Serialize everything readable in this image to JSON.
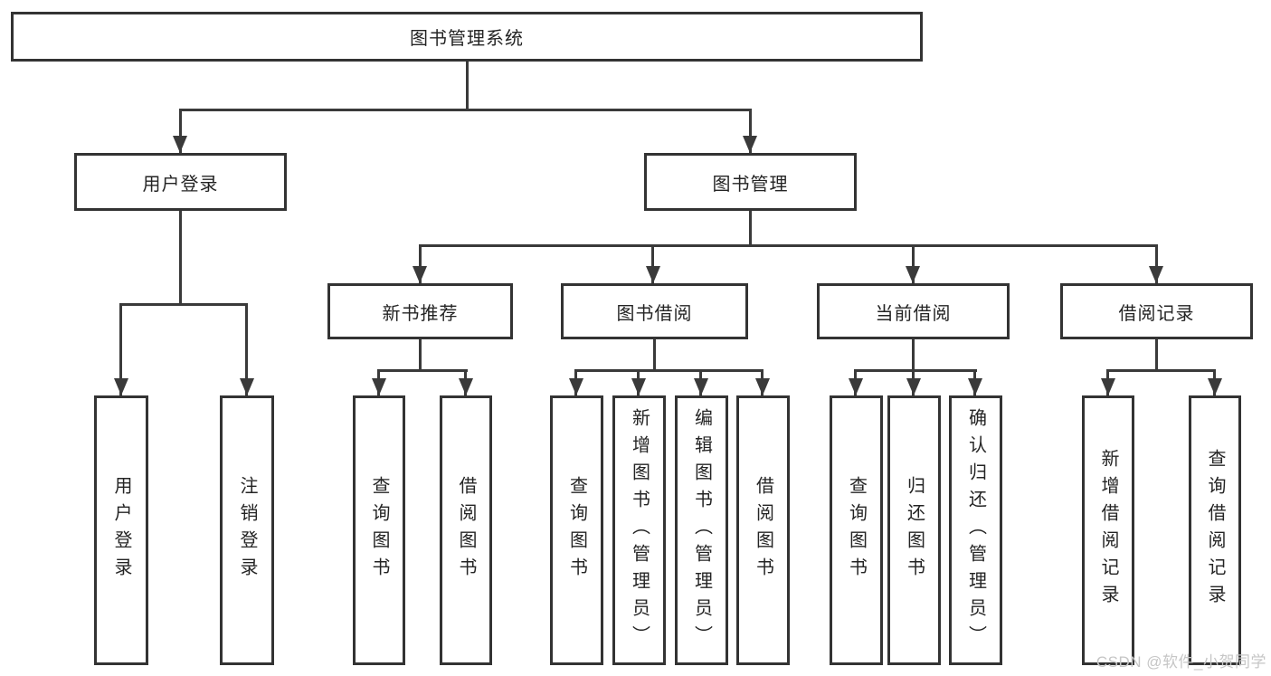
{
  "diagram": {
    "title": "图书管理系统",
    "root": {
      "label": "图书管理系统"
    },
    "level2": [
      {
        "label": "用户登录"
      },
      {
        "label": "图书管理"
      }
    ],
    "level3": [
      {
        "label": "新书推荐"
      },
      {
        "label": "图书借阅"
      },
      {
        "label": "当前借阅"
      },
      {
        "label": "借阅记录"
      }
    ],
    "leaves": {
      "user_login": [
        "用户登录",
        "注销登录"
      ],
      "new_book": [
        "查询图书",
        "借阅图书"
      ],
      "book_borrow": [
        "查询图书",
        "新增图书（管理员）",
        "编辑图书（管理员）",
        "借阅图书"
      ],
      "current_borrow": [
        "查询图书",
        "归还图书",
        "确认归还（管理员）"
      ],
      "borrow_record": [
        "新增借阅记录",
        "查询借阅记录"
      ]
    }
  },
  "watermark": "CSDN @软件_小贺同学",
  "colors": {
    "line": "#3a3a3a",
    "border": "#333333",
    "text": "#242424",
    "background": "#ffffff",
    "watermark": "#c6c6c6"
  }
}
